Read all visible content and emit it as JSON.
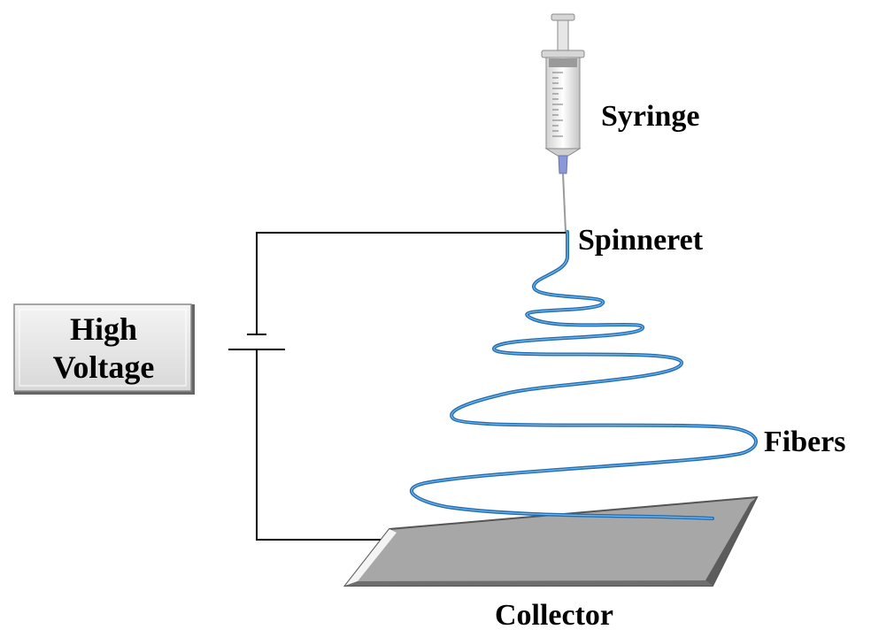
{
  "labels": {
    "syringe": "Syringe",
    "spinneret": "Spinneret",
    "fibers": "Fibers",
    "collector": "Collector",
    "power_line1": "High",
    "power_line2": "Voltage"
  },
  "colors": {
    "fiber": "#1f6fb5",
    "collector_top": "#a6a6a6",
    "collector_edge": "#555555",
    "wire": "#000000",
    "needle_hub": "#8a98d6",
    "box_fill": "#e9e9e9"
  }
}
